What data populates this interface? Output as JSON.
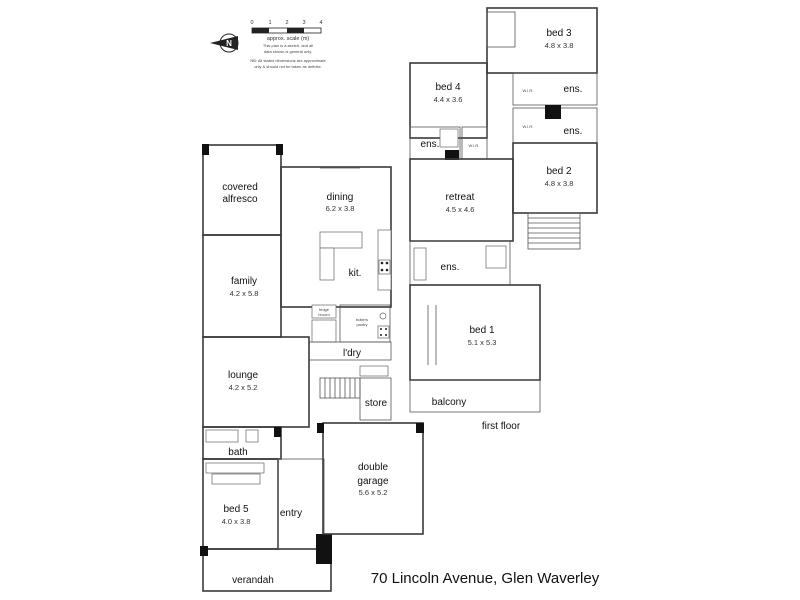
{
  "scale": {
    "ticks": [
      "0",
      "1",
      "2",
      "3",
      "4"
    ],
    "label": "approx. scale (m)",
    "note1": "This plan is a sketch, and all",
    "note2": "data shown is general only.",
    "note3": "NB: All stated dimensions are approximate",
    "note4": "only & should not be taken as definite."
  },
  "compass": "N",
  "rooms": {
    "covered_alfresco_1": "covered",
    "covered_alfresco_2": "alfresco",
    "dining": {
      "name": "dining",
      "dim": "6.2 x 3.8"
    },
    "kit": "kit.",
    "family": {
      "name": "family",
      "dim": "4.2 x 5.8"
    },
    "fridge": "fridge",
    "broom": "broom",
    "butlers": "butlers",
    "pantry": "pantry",
    "ldry": "l'dry",
    "lounge": {
      "name": "lounge",
      "dim": "4.2 x 5.2"
    },
    "store": "store",
    "bath": "bath",
    "bed5": {
      "name": "bed 5",
      "dim": "4.0 x 3.8"
    },
    "entry": "entry",
    "verandah": "verandah",
    "garage1": "double",
    "garage2": "garage",
    "garage_dim": "5.6 x 5.2",
    "bed3": {
      "name": "bed 3",
      "dim": "4.8 x 3.8"
    },
    "bed4": {
      "name": "bed 4",
      "dim": "4.4 x 3.6"
    },
    "bed2": {
      "name": "bed 2",
      "dim": "4.8 x 3.8"
    },
    "retreat": {
      "name": "retreat",
      "dim": "4.5 x 4.6"
    },
    "bed1": {
      "name": "bed 1",
      "dim": "5.1 x 5.3"
    },
    "ens": "ens.",
    "wir": "W.I.R.",
    "balcony": "balcony",
    "first_floor": "first floor"
  },
  "address": "70 Lincoln Avenue, Glen Waverley"
}
